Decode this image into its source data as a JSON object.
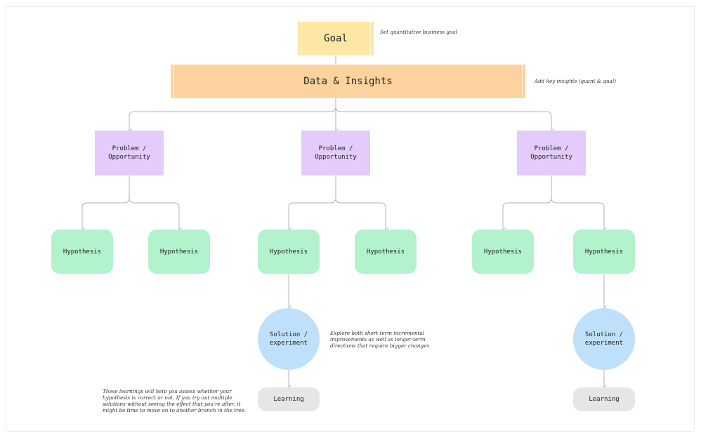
{
  "goal": "Goal",
  "data_insights": "Data & Insights",
  "problem_label": "Problem /\nOpportunity",
  "hypothesis_label": "Hypothesis",
  "solution_label": "Solution /\nexperiment",
  "learning_label": "Learning",
  "notes": {
    "goal": "Set quantitative business goal",
    "data": "Add key insights (quant & qual)",
    "solution": "Explore both short-term incremental improvements as well as longer-term directions that require bigger changes",
    "learning": "These learnings will help you assess whether your hypothesis is correct or not. If you try out multiple solutions without seeing the effect that you're after, it might be time to move on to another branch in the tree."
  },
  "colors": {
    "goal": "#fde7a5",
    "data": "#fcd39e",
    "problem": "#e3cbfc",
    "hypothesis": "#b2f2cd",
    "solution": "#bfe0fb",
    "learning": "#e6e6e6",
    "connector": "#b3b3b3"
  }
}
